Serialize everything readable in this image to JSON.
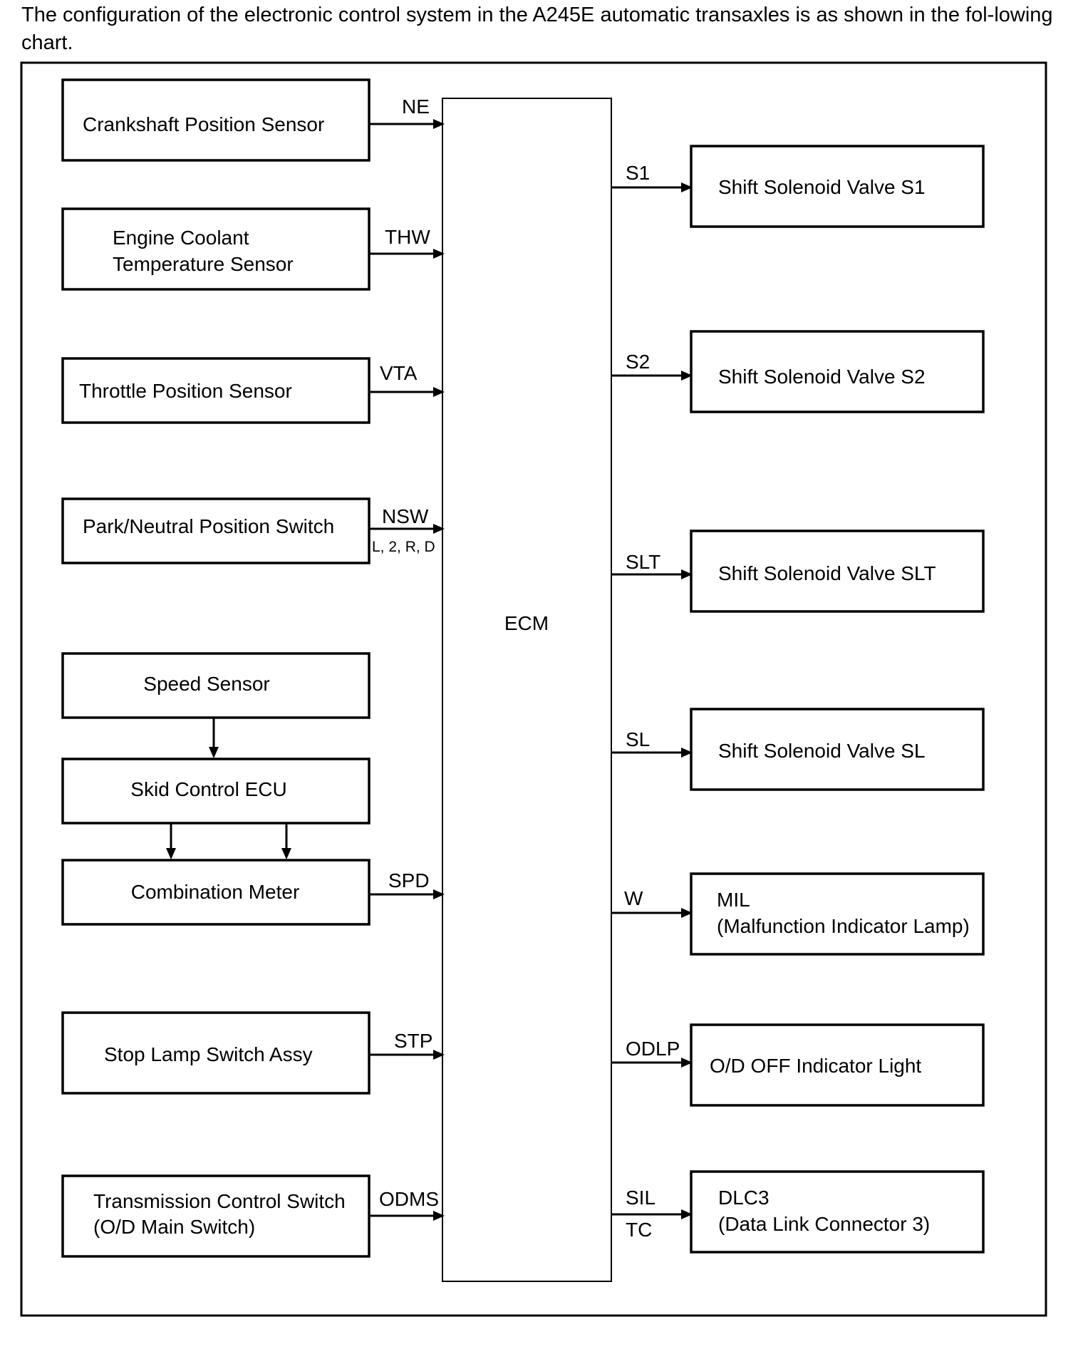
{
  "intro": "The configuration of the electronic control system in the A245E automatic transaxles is as shown in the fol-lowing chart.",
  "ecm": {
    "label": "ECM"
  },
  "inputs": [
    {
      "lines": [
        "Crankshaft Position Sensor"
      ],
      "signal": "NE"
    },
    {
      "lines": [
        "Engine Coolant",
        "Temperature Sensor"
      ],
      "signal": "THW"
    },
    {
      "lines": [
        "Throttle Position Sensor"
      ],
      "signal": "VTA"
    },
    {
      "lines": [
        "Park/Neutral Position Switch"
      ],
      "signal": "NSW",
      "sub_signal": "L, 2, R, D"
    },
    {
      "lines": [
        "Speed Sensor"
      ]
    },
    {
      "lines": [
        "Skid Control ECU"
      ]
    },
    {
      "lines": [
        "Combination Meter"
      ],
      "signal": "SPD"
    },
    {
      "lines": [
        "Stop Lamp Switch Assy"
      ],
      "signal": "STP"
    },
    {
      "lines": [
        "Transmission Control Switch",
        "(O/D Main Switch)"
      ],
      "signal": "ODMS"
    }
  ],
  "outputs": [
    {
      "lines": [
        "Shift Solenoid Valve S1"
      ],
      "signal": "S1"
    },
    {
      "lines": [
        "Shift Solenoid Valve S2"
      ],
      "signal": "S2"
    },
    {
      "lines": [
        "Shift Solenoid Valve SLT"
      ],
      "signal": "SLT"
    },
    {
      "lines": [
        "Shift Solenoid Valve SL"
      ],
      "signal": "SL"
    },
    {
      "lines": [
        "MIL",
        "(Malfunction Indicator Lamp)"
      ],
      "signal": "W"
    },
    {
      "lines": [
        "O/D OFF Indicator Light"
      ],
      "signal": "ODLP"
    },
    {
      "lines": [
        "DLC3",
        "(Data Link Connector 3)"
      ],
      "signal": "SIL",
      "signal2": "TC"
    }
  ]
}
